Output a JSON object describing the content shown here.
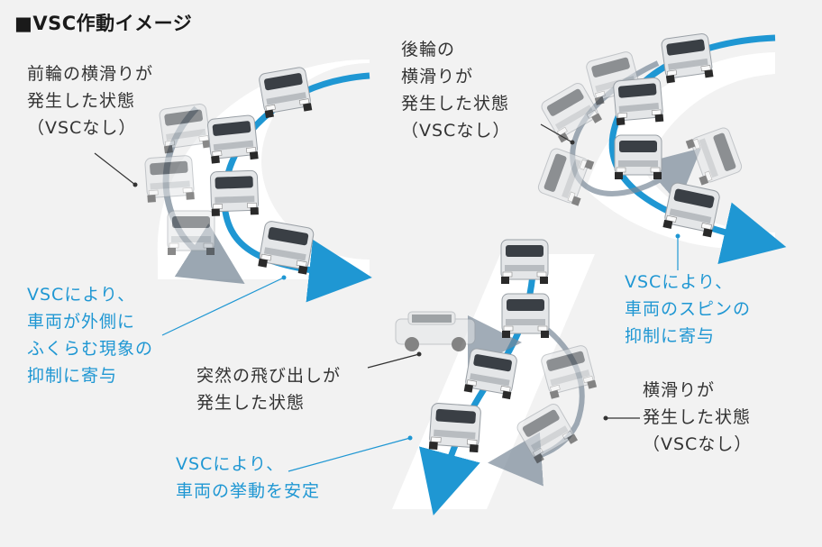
{
  "title": "■VSC作動イメージ",
  "colors": {
    "background": "#f2f2f2",
    "road": "#ffffff",
    "arrow_blue": "#1f97d3",
    "arrow_gray": "#7a8a99",
    "text_dark": "#333333",
    "text_blue": "#1f97d3",
    "car_body": "#e4e6e8",
    "car_window": "#3a3f45"
  },
  "scenes": {
    "front_slip": {
      "situation": [
        "前輪の横滑りが",
        "発生した状態",
        "（VSCなし）"
      ],
      "effect": [
        "VSCにより、",
        "車両が外側に",
        "ふくらむ現象の",
        "抑制に寄与"
      ]
    },
    "rear_slip": {
      "situation": [
        "後輪の",
        "横滑りが",
        "発生した状態",
        "（VSCなし）"
      ],
      "effect": [
        "VSCにより、",
        "車両のスピンの",
        "抑制に寄与"
      ]
    },
    "sudden_obstacle": {
      "situation": [
        "突然の飛び出しが",
        "発生した状態"
      ],
      "side": [
        "横滑りが",
        "発生した状態",
        "（VSCなし）"
      ],
      "effect": [
        "VSCにより、",
        "車両の挙動を安定"
      ]
    }
  }
}
